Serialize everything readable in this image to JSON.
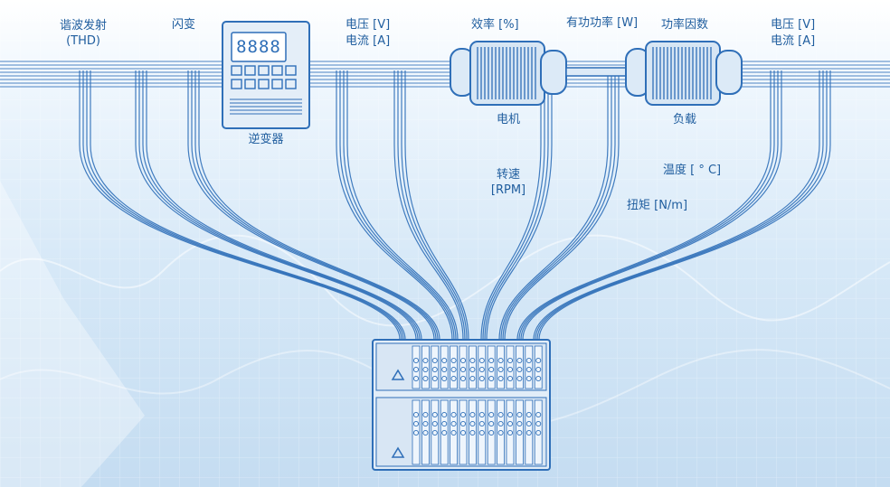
{
  "labels": {
    "harmonics": "谐波发射",
    "thd": "(THD)",
    "flicker": "闪变",
    "inverter": "逆变器",
    "voltage_left": "电压  [V]",
    "current_left": "电流  [A]",
    "efficiency": "效率 [%]",
    "active_power": "有功功率 [W]",
    "power_factor": "功率因数",
    "voltage_right": "电压  [V]",
    "current_right": "电流  [A]",
    "motor": "电机",
    "load": "负载",
    "speed": "转速",
    "speed_unit": "[RPM]",
    "temperature": "温度 [ ° C]",
    "torque": "扭矩 [N/m]"
  },
  "inverter_display": "8888",
  "colors": {
    "cable": "#2f6fb8",
    "accent": "#1f5d9e",
    "device": "#d7e6f4"
  }
}
